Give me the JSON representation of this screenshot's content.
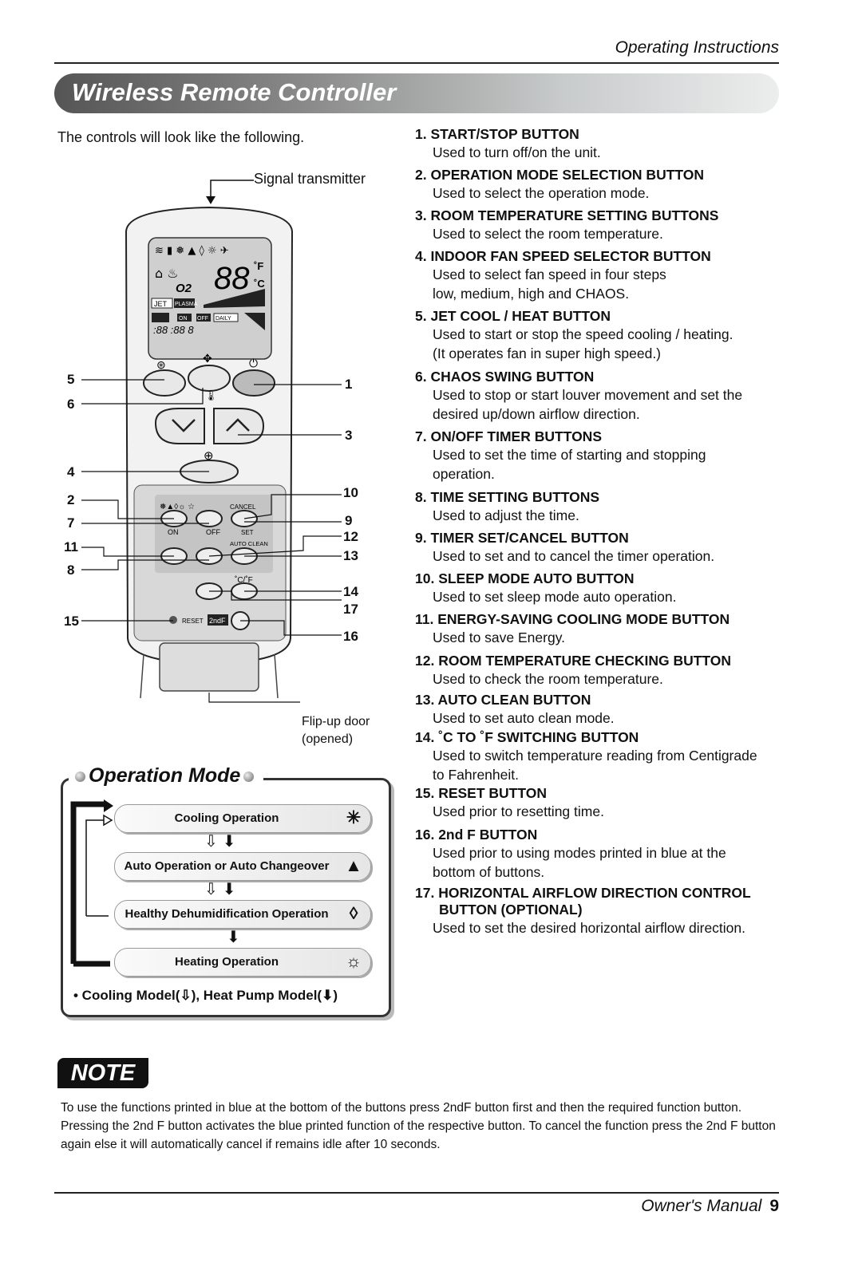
{
  "header": {
    "title": "Operating Instructions"
  },
  "banner": {
    "title": "Wireless Remote Controller"
  },
  "intro": "The controls will look like the following.",
  "remote": {
    "signal_label": "Signal transmitter",
    "door_label_1": "Flip-up door",
    "door_label_2": "(opened)",
    "callouts_left": [
      "5",
      "6",
      "4",
      "2",
      "7",
      "11",
      "8",
      "15"
    ],
    "callouts_right": [
      "1",
      "3",
      "10",
      "9",
      "12",
      "13",
      "14",
      "17",
      "16"
    ],
    "lcd_labels": {
      "jet": "JET",
      "plasma": "PLASMA",
      "on": "ON",
      "off": "OFF",
      "daily": "DAILY",
      "digits": "88",
      "f": "˚F",
      "c": "˚C",
      "o2": "O2"
    },
    "panel_labels": {
      "cancel": "CANCEL",
      "set": "SET",
      "on": "ON",
      "off": "OFF",
      "auto_clean": "AUTO CLEAN",
      "cf": "˚C/˚F",
      "reset": "RESET",
      "second_f": "2ndF"
    }
  },
  "operation_mode": {
    "title": "Operation Mode",
    "modes": [
      {
        "label": "Cooling Operation",
        "icon": "snowflake-icon",
        "glyph": "✳"
      },
      {
        "label": "Auto Operation or Auto Changeover",
        "icon": "auto-icon",
        "glyph": "▲"
      },
      {
        "label": "Healthy Dehumidification Operation",
        "icon": "drop-icon",
        "glyph": "◊"
      },
      {
        "label": "Heating Operation",
        "icon": "sun-icon",
        "glyph": "☼"
      }
    ],
    "arrows": "⇩⬇",
    "arrow_heat": "⬇",
    "model_prefix": "• Cooling Model(",
    "cooling_glyph": "⇩",
    "model_mid": "), Heat Pump Model(",
    "heat_glyph": "⬇",
    "model_suffix": ")"
  },
  "buttons": [
    {
      "title": "1. START/STOP BUTTON",
      "desc": [
        "Used to turn off/on the unit."
      ]
    },
    {
      "title": "2. OPERATION MODE SELECTION BUTTON",
      "desc": [
        "Used to select the operation mode."
      ]
    },
    {
      "title": "3. ROOM TEMPERATURE SETTING BUTTONS",
      "desc": [
        "Used to select the room temperature."
      ]
    },
    {
      "title": "4. INDOOR FAN SPEED SELECTOR BUTTON",
      "desc": [
        "Used to select fan speed in four steps",
        "low, medium, high and CHAOS."
      ]
    },
    {
      "title": "5. JET COOL / HEAT BUTTON",
      "desc": [
        "Used to start or stop the speed cooling / heating.",
        "(It operates fan in super high speed.)"
      ]
    },
    {
      "title": "6. CHAOS SWING BUTTON",
      "desc": [
        "Used to stop or start louver movement and set the",
        "desired up/down airflow direction."
      ]
    },
    {
      "title": "7. ON/OFF TIMER BUTTONS",
      "desc": [
        "Used to set the time of starting and stopping",
        "operation."
      ]
    },
    {
      "title": "8. TIME SETTING BUTTONS",
      "desc": [
        "Used to adjust the time."
      ]
    },
    {
      "title": "9. TIMER SET/CANCEL BUTTON",
      "desc": [
        "Used to set and to cancel the timer operation."
      ]
    },
    {
      "title": "10. SLEEP MODE AUTO BUTTON",
      "desc": [
        "Used to set sleep mode auto operation."
      ]
    },
    {
      "title": "11. ENERGY-SAVING COOLING MODE BUTTON",
      "desc": [
        "Used to save Energy."
      ]
    },
    {
      "title": "12. ROOM TEMPERATURE CHECKING BUTTON",
      "desc": [
        "Used to check the room temperature."
      ]
    },
    {
      "title": "13. AUTO CLEAN BUTTON",
      "desc": [
        "Used to set auto clean mode."
      ]
    },
    {
      "title": "14. ˚C TO ˚F SWITCHING BUTTON",
      "desc": [
        "Used to switch temperature reading from Centigrade",
        "to Fahrenheit."
      ]
    },
    {
      "title": "15. RESET BUTTON",
      "desc": [
        "Used prior to resetting time."
      ]
    },
    {
      "title": "16. 2nd F BUTTON",
      "desc": [
        "Used prior to using modes printed in blue at the",
        "bottom of buttons."
      ]
    },
    {
      "title": "17. HORIZONTAL AIRFLOW DIRECTION CONTROL",
      "title2": "BUTTON (OPTIONAL)",
      "desc": [
        "Used to set the desired horizontal airflow direction."
      ]
    }
  ],
  "note": {
    "badge": "NOTE",
    "text": "To use the functions printed in blue at the bottom of the buttons press 2ndF button first and then the required  function button. Pressing the 2nd F button activates the blue printed function of the respective button. To cancel the  function press the  2nd F button again else it will automatically cancel if remains idle after 10 seconds."
  },
  "footer": {
    "label": "Owner's Manual",
    "page": "9"
  }
}
